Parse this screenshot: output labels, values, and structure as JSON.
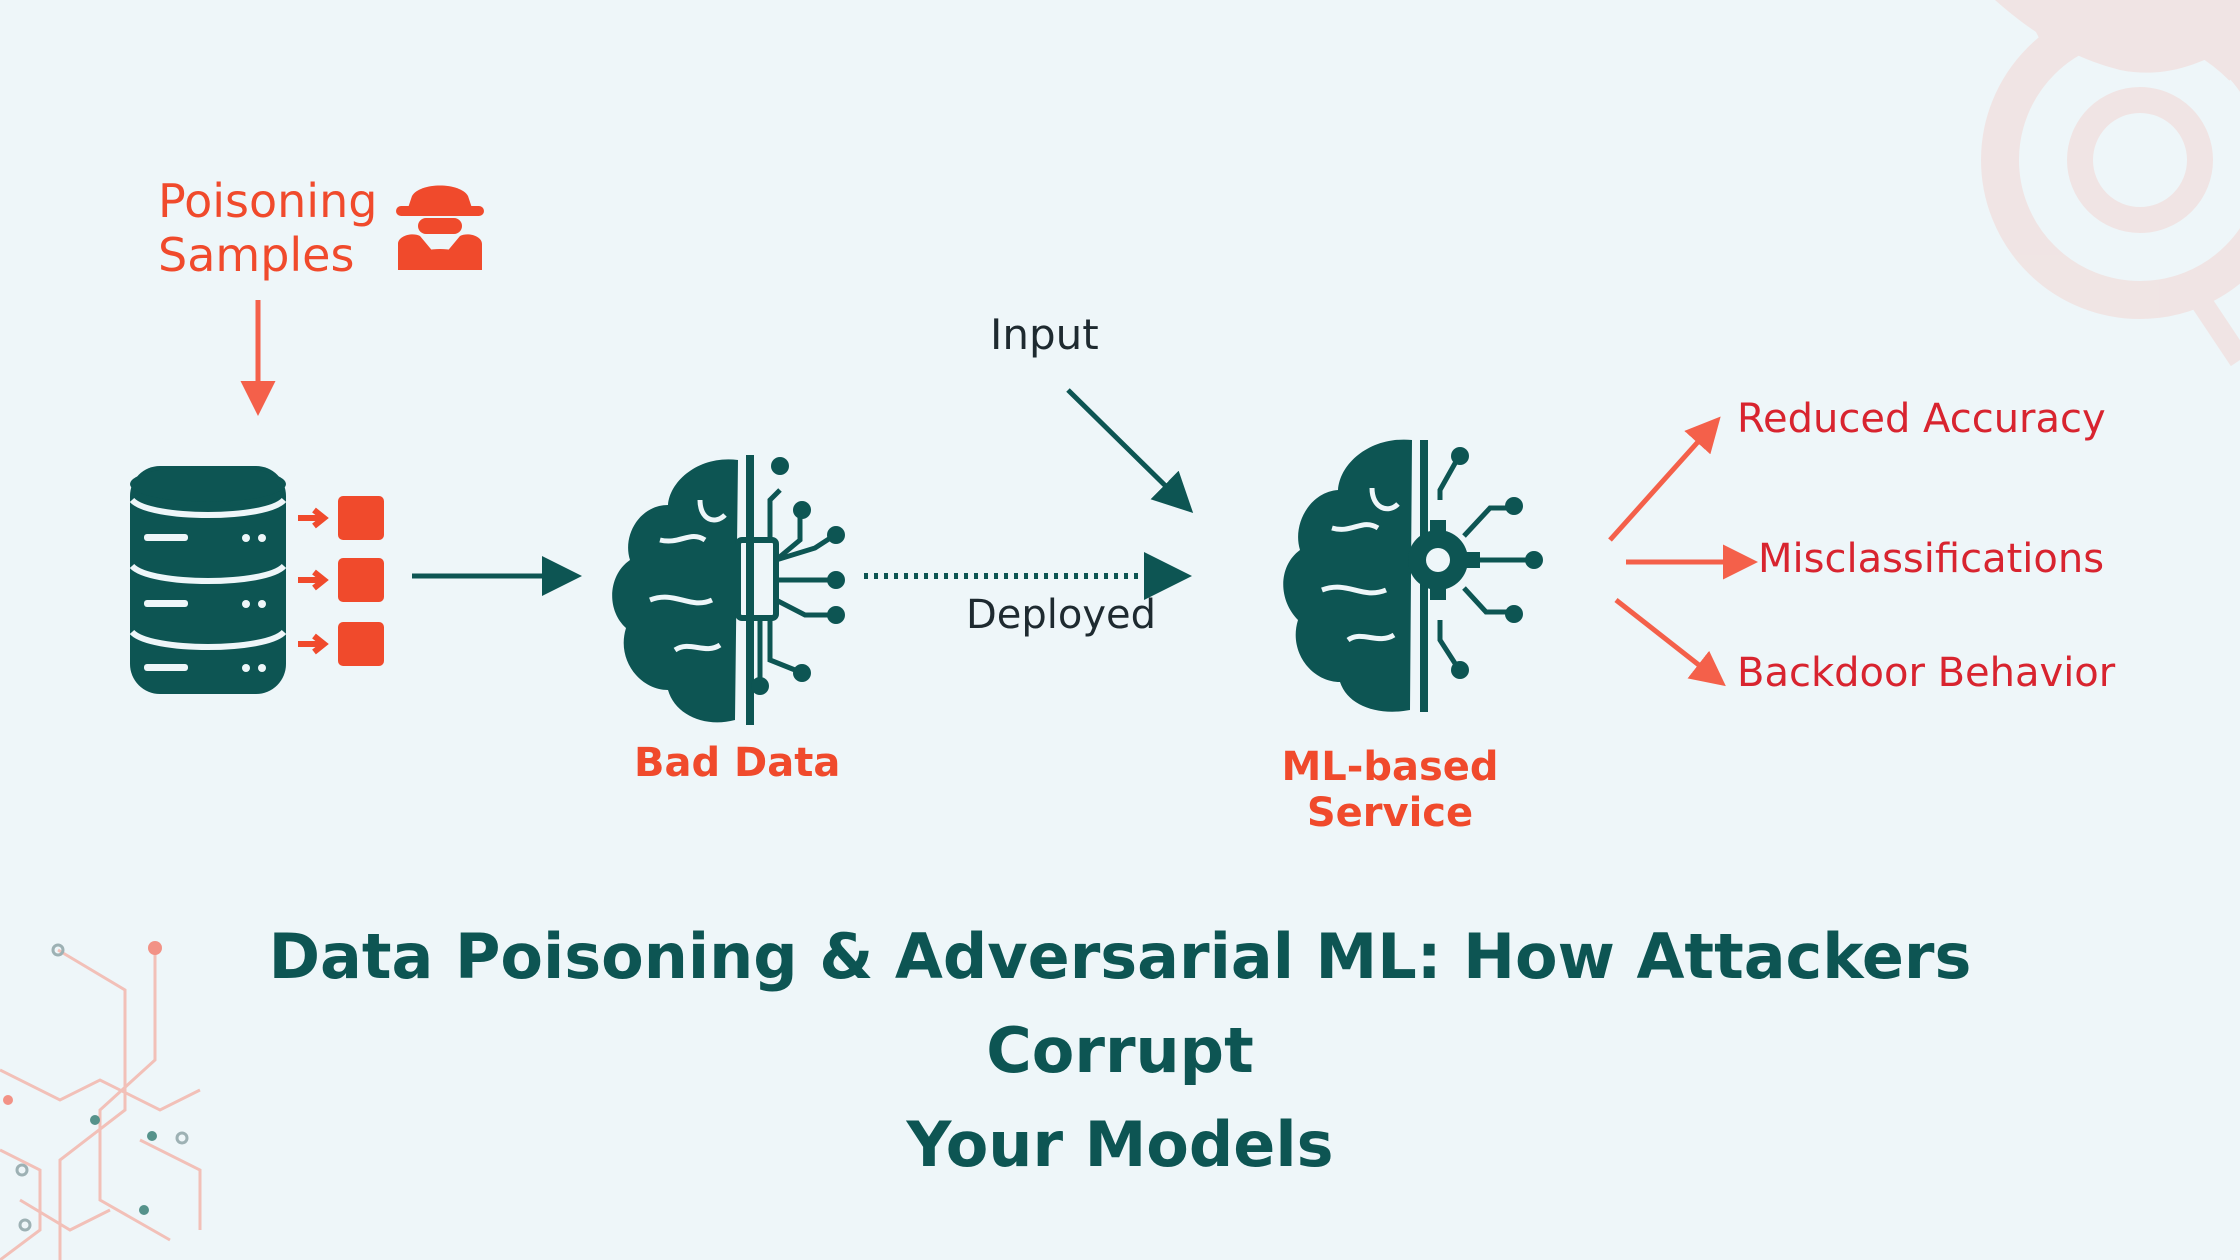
{
  "colors": {
    "background": "#eef6f9",
    "teal": "#0d5553",
    "orange": "#f04a2c",
    "red": "#d8242f",
    "watermark": "#f2d7d3"
  },
  "poisoning": {
    "line1": "Poisoning",
    "line2": "Samples",
    "icon": "hacker-icon"
  },
  "nodes": {
    "database_icon": "database-icon",
    "bad_data": {
      "label": "Bad Data",
      "icon": "brain-chip-icon"
    },
    "service": {
      "line1": "ML-based",
      "line2": "Service",
      "icon": "brain-gear-icon"
    }
  },
  "flow": {
    "input_label": "Input",
    "deployed_label": "Deployed"
  },
  "outcomes": [
    "Reduced Accuracy",
    "Misclassifications",
    "Backdoor Behavior"
  ],
  "title": {
    "line1": "Data Poisoning & Adversarial ML: How Attackers Corrupt",
    "line2": "Your Models"
  }
}
